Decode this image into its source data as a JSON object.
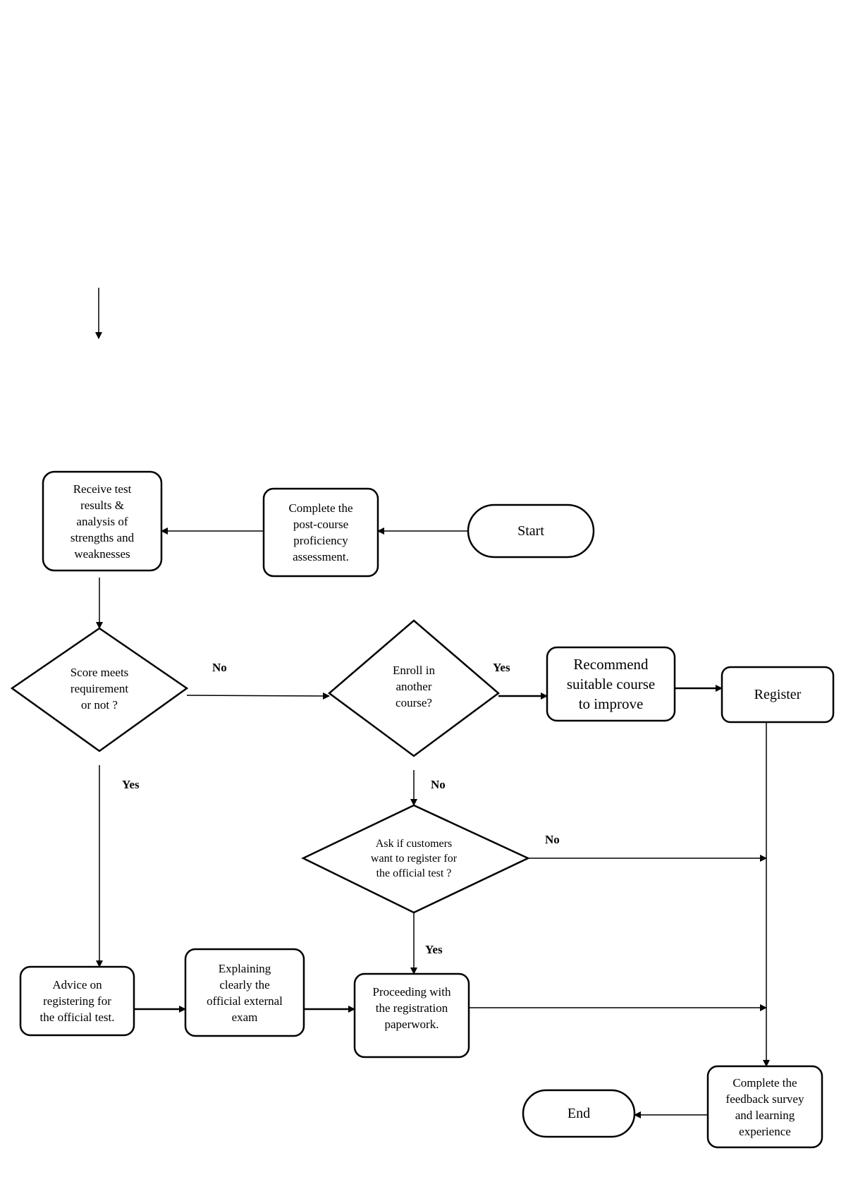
{
  "nodes": {
    "start": "Start",
    "complete_assessment": "Complete the\npost-course\nproficiency\nassessment.",
    "receive_results": "Receive test\nresults &\nanalysis of\nstrengths and\nweaknesses",
    "score_meets": "Score meets\nrequirement\nor not ?",
    "enroll_another": "Enroll in\nanother\ncourse?",
    "recommend_course": "Recommend\nsuitable course\nto improve",
    "register": "Register",
    "ask_register": "Ask if customers\nwant to register for\nthe official test ?",
    "advice": "Advice on\nregistering for\nthe official test.",
    "explaining": "Explaining\nclearly the\nofficial external\nexam",
    "proceeding": "Proceeding with\nthe registration\npaperwork.",
    "feedback": "Complete the\nfeedback survey\nand learning\nexperience",
    "end": "End"
  },
  "labels": {
    "score_no": "No",
    "score_yes": "Yes",
    "enroll_yes": "Yes",
    "enroll_no": "No",
    "ask_no": "No",
    "ask_yes": "Yes"
  }
}
